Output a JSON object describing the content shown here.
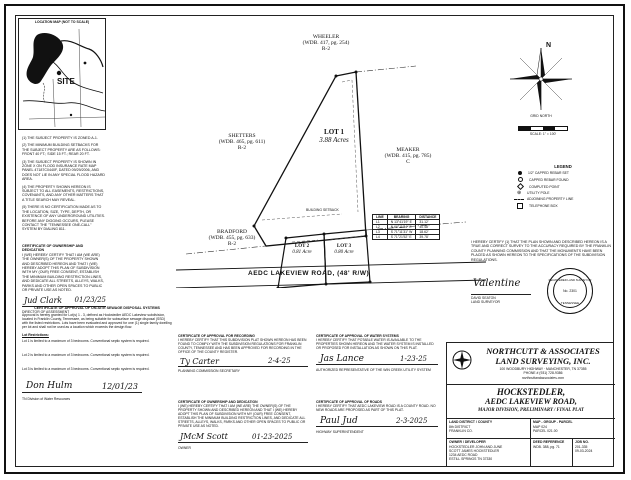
{
  "location_map": {
    "title": "LOCATION MAP (NOT TO SCALE)",
    "site_label": "SITE"
  },
  "notes": [
    "(1) THE SUBJECT PROPERTY IS ZONED A-1.",
    "(2) THE MINIMUM BUILDING SETBACKS FOR THE SUBJECT PROPERTY ARE AS FOLLOWS: FRONT 40 FT.; SIDE 15 FT.; REAR 20 FT.",
    "(3) THE SUBJECT PROPERTY IS SHOWN IN ZONE X ON FLOOD INSURANCE RATE MAP PANEL 47187C0440F, DATED 09/29/2006, AND DOES NOT LIE IN ANY SPECIAL FLOOD HAZARD AREA.",
    "(4) THE PROPERTY SHOWN HEREON IS SUBJECT TO ALL EASEMENTS, RESTRICTIONS, COVENANTS, AND ANY OTHER MATTERS THAT A TITLE SEARCH MAY REVEAL.",
    "(5) THERE IS NO CERTIFICATION MADE AS TO THE LOCATION, SIZE, TYPE, DEPTH, OR EXISTENCE OF ANY UNDERGROUND UTILITIES. BEFORE ANY DIGGING OCCURS, PLEASE CONTACT THE \"TENNESSEE ONE-CALL\" SYSTEM BY DIALING 811."
  ],
  "ownership": {
    "title": "CERTIFICATE OF OWNERSHIP AND DEDICATION",
    "body": "I (WE) HEREBY CERTIFY THAT I AM (WE ARE) THE OWNER(S) OF THE PROPERTY SHOWN AND DESCRIBED HEREON AND THAT I (WE) HEREBY ADOPT THIS PLAN OF SUBDIVISION WITH MY (OUR) FREE CONSENT, ESTABLISH THE MINIMUM BUILDING RESTRICTION LINES, AND DEDICATE ALL STREETS, ALLEYS, WALKS, PARKS AND OTHER OPEN SPACES TO PUBLIC OR PRIVATE USE AS NOTED.",
    "date": "01/23/25",
    "signer": "DIRECTOR OF ASSESSMENT"
  },
  "sewage": {
    "title": "CERTIFICATE OF APPROVAL OF ON-SITE SEWAGE DISPOSAL SYSTEMS",
    "body": "Approval is hereby granted for Lot(s) 1 - 3, defined as Hockstedler AEDC Lakeview subdivision, located in Franklin County, Tennessee, as being suitable for subsurface sewage disposal (SSD) with the listed restrictions. Lots have been evaluated and approved for one (1) single family dwelling per lot and shall not be used as a location which exceeds the design flow.",
    "lot_1": "Lot 1 is limited to a maximum of 3 bedrooms. Conventional septic system is required.",
    "lot_2": "Lot 2 is limited to a maximum of 3 bedrooms. Conventional septic system is required.",
    "lot_3": "Lot 3 is limited to a maximum of 3 bedrooms. Conventional septic system is required.",
    "lot_restrictions_label": "Lot Restrictions:",
    "date": "12/01/23",
    "signer": "TN Division of Water Resources"
  },
  "recording": {
    "title": "CERTIFICATE OF APPROVAL FOR RECORDING",
    "body": "I HEREBY CERTIFY THAT THIS SUBDIVISION PLAT SHOWN HEREON HAS BEEN FOUND TO COMPLY WITH THE SUBDIVISION REGULATIONS FOR FRANKLIN COUNTY, TENNESSEE AND HAS BEEN APPROVED FOR RECORDING IN THE OFFICE OF THE COUNTY REGISTER.",
    "date": "2-4-25",
    "signer": "PLANNING COMMISSION SECRETARY"
  },
  "water": {
    "title": "CERTIFICATE OF APPROVAL OF WATER SYSTEMS",
    "body": "I HEREBY CERTIFY THAT POTABLE WATER IS AVAILABLE TO THE PROPERTIES SHOWN HEREON AND THE WATER SYSTEM IS INSTALLED OR PROPOSED FOR INSTALLATION AS SHOWN ON THIS PLAT.",
    "date": "1-23-25",
    "signer": "AUTHORIZED REPRESENTATIVE OF THE WIN CREEK UTILITY SYSTEM"
  },
  "roads": {
    "title": "CERTIFICATE OF APPROVAL OF ROADS",
    "body": "I HEREBY CERTIFY THAT AEDC LAKEVIEW ROAD IS A COUNTY ROAD. NO NEW ROADS ARE PROPOSED AS PART OF THIS PLAT.",
    "date": "2-3-2025",
    "signer": "HIGHWAY SUPERINTENDENT"
  },
  "owner_sig": {
    "date": "01-23-2025",
    "label": "OWNER"
  },
  "surveyor": {
    "cert": "I HEREBY CERTIFY (1) THAT THE PLAN SHOWN AND DESCRIBED HEREON IS A TRUE AND CORRECT SURVEY TO THE ACCURACY REQUIRED BY THE FRANKLIN COUNTY PLANNING COMMISSION AND THAT THE MONUMENTS HAVE BEEN PLACED AS SHOWN HEREON TO THE SPECIFICATIONS OF THE SUBDIVISION REGULATIONS.",
    "name": "DAVID SEATON",
    "title": "LAND SURVEYOR",
    "seal_top": "REGISTERED LAND SURVEYOR",
    "seal_state": "TENNESSEE",
    "seal_no": "No. 2301"
  },
  "north": {
    "label": "GRID NORTH",
    "scale": "SCALE: 1\" = 100'",
    "letter": "N"
  },
  "legend": {
    "title": "LEGEND",
    "items": [
      "1/2\" CAPPED REBAR SET",
      "CAPPED REBAR FOUND",
      "COMPUTED POINT",
      "UTILITY POLE",
      "ADJOINING PROPERTY LINE",
      "TELEPHONE BOX"
    ]
  },
  "curve_table": {
    "headers": [
      "LINE",
      "BEARING",
      "DISTANCE"
    ],
    "rows": [
      [
        "L1",
        "N 13°41'19\" E",
        "31.12'"
      ],
      [
        "L2",
        "N 66°11'24\" E",
        "40.48'"
      ],
      [
        "L3",
        "S 71°11'31\" W",
        "18.62'"
      ],
      [
        "L4",
        "S 71°21'52\" E",
        "39.78'"
      ]
    ]
  },
  "plat": {
    "wheeler_name": "WHEELER",
    "wheeler_ref": "(WDB. 417, pg. 254)",
    "wheeler_zone": "R-2",
    "shetters_name": "SHETTERS",
    "shetters_ref": "(WDB. 465, pg. 611)",
    "shetters_zone": "R-2",
    "meaker_name": "MEAKER",
    "meaker_ref": "(WDB. 415, pg. 785)",
    "meaker_zone": "C",
    "bradford_name": "BRADFORD",
    "bradford_ref": "(WDB. 455, pg. 633)",
    "bradford_zone": "R-2",
    "lot1_name": "LOT 1",
    "lot1_area": "3.88 Acres",
    "lot2_name": "LOT 2",
    "lot2_area": "0.81 Acre",
    "lot3_name": "LOT 3",
    "lot3_area": "0.80 Acre",
    "road": "AEDC LAKEVIEW ROAD, (48' R/W)",
    "setback": "BUILDING SETBACK"
  },
  "title_block": {
    "company": "NORTHCUTT & ASSOCIATES",
    "company2": "LAND SURVEYING, INC.",
    "address": "100 WOODBURY HIGHWAY · MANCHESTER, TN 37355",
    "phone": "PHONE # (931) 728-9386",
    "web": "northcuttandassociates.com",
    "project": "HOCKSTEDLER,",
    "project2": "AEDC LAKEVIEW ROAD,",
    "plat_type": "MAJOR DIVISION, PRELIMINARY / FINAL PLAT",
    "location_label": "LAND DISTRICT / COUNTY",
    "district": "8th DISTRICT",
    "county": "FRANKLIN CO.",
    "map_label": "MAP - GROUP - PARCEL",
    "map": "MAP 024",
    "parcel": "PARCEL 021.00",
    "owner_label": "OWNER / DEVELOPER",
    "owner_lines": [
      "HOCKSTEDLER JOHN AND JUNE",
      "SCOTT JAMES HOCKSTEDLER",
      "1234 AEDC ROAD",
      "ESTILL SPRINGS TN 37330"
    ],
    "deed_label": "DEED REFERENCE",
    "deed": "WDB. 388, pg. 71",
    "job_label": "JOB NO.",
    "job": "201-335",
    "date": "09-03-2024"
  }
}
